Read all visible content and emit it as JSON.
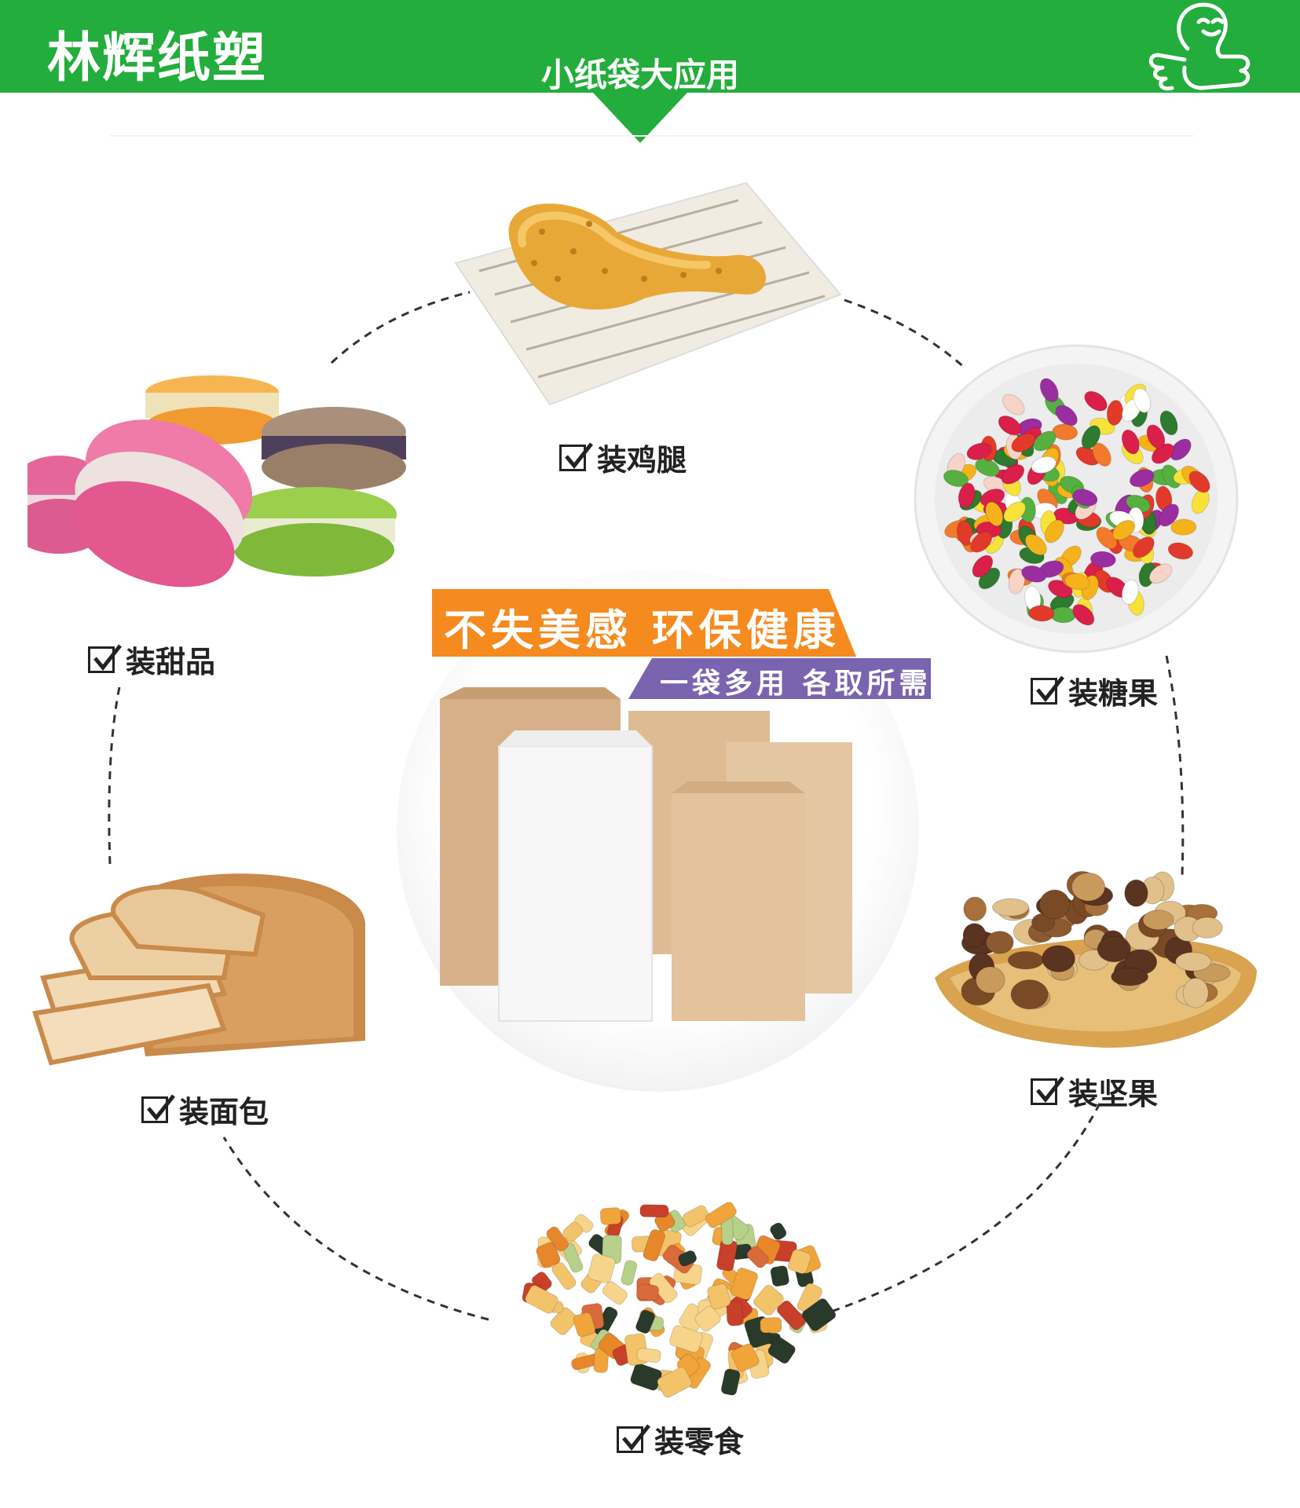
{
  "header": {
    "brand": "林辉纸塑",
    "subtitle": "小纸袋大应用",
    "mascot_icon": "thumbs-up-mascot-icon",
    "accent_color": "#23ad3c"
  },
  "center": {
    "slogan_primary": "不失美感 环保健康",
    "slogan_secondary": "一袋多用 各取所需",
    "primary_banner_color": "#f58a1f",
    "secondary_banner_color": "#7a64b0"
  },
  "uses": [
    {
      "label": "装鸡腿",
      "icon": "fried-chicken-leg-icon"
    },
    {
      "label": "装糖果",
      "icon": "jelly-beans-icon"
    },
    {
      "label": "装坚果",
      "icon": "mixed-nuts-icon"
    },
    {
      "label": "装零食",
      "icon": "snacks-icon"
    },
    {
      "label": "装面包",
      "icon": "bread-loaf-icon"
    },
    {
      "label": "装甜品",
      "icon": "macarons-icon"
    }
  ]
}
